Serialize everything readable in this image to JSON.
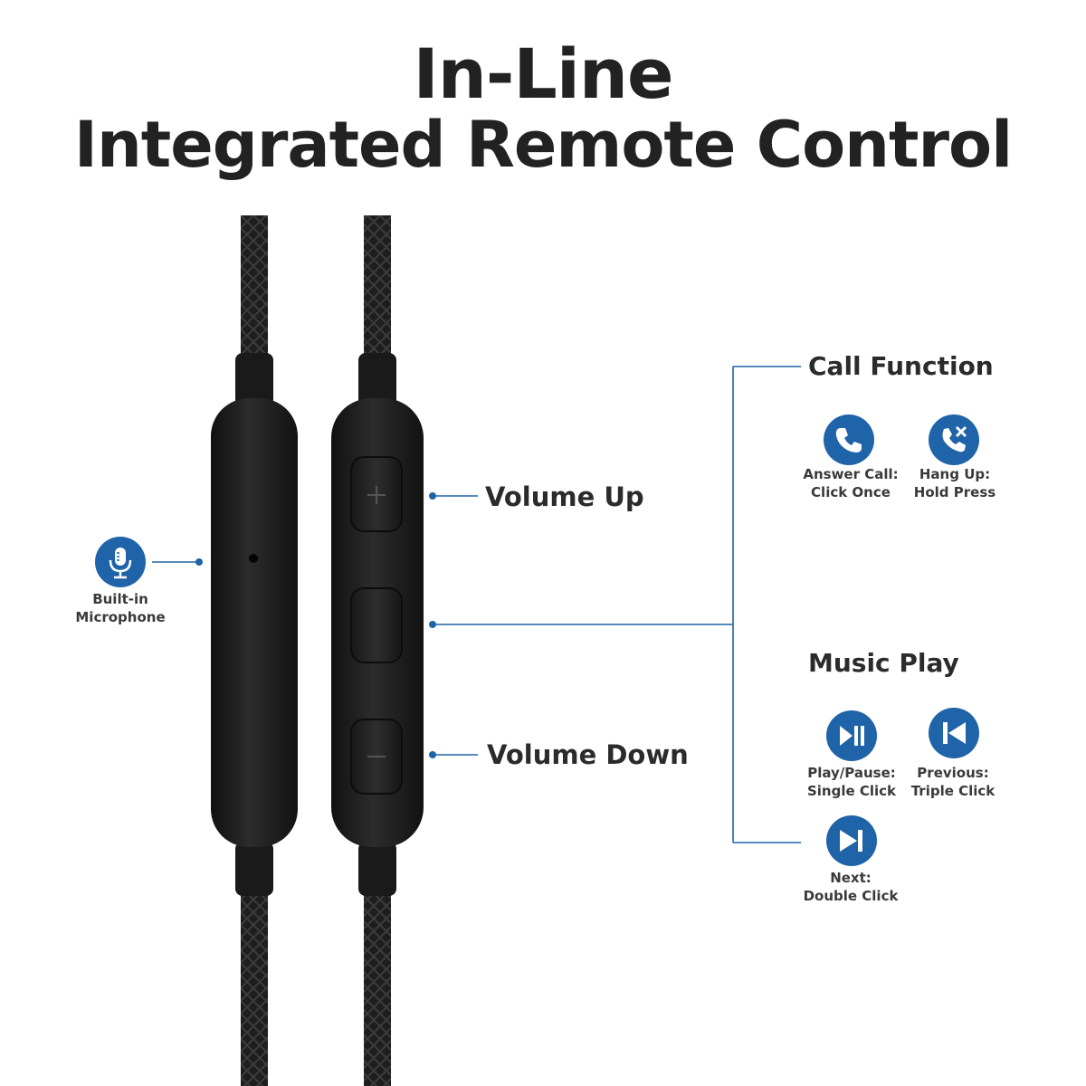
{
  "title": {
    "line1": "In-Line",
    "line2": "Integrated Remote Control"
  },
  "labels": {
    "volume_up": "Volume Up",
    "volume_down": "Volume Down",
    "microphone_line1": "Built-in",
    "microphone_line2": "Microphone"
  },
  "call_function": {
    "heading": "Call Function",
    "items": [
      {
        "icon": "phone-icon",
        "line1": "Answer Call:",
        "line2": "Click Once"
      },
      {
        "icon": "hang-up-icon",
        "line1": "Hang Up:",
        "line2": "Hold Press"
      }
    ]
  },
  "music_play": {
    "heading": "Music Play",
    "items": [
      {
        "icon": "play-pause-icon",
        "line1": "Play/Pause:",
        "line2": "Single Click"
      },
      {
        "icon": "previous-icon",
        "line1": "Previous:",
        "line2": "Triple Click"
      },
      {
        "icon": "next-icon",
        "line1": "Next:",
        "line2": "Double Click"
      }
    ]
  },
  "colors": {
    "accent": "#1f63a8",
    "text": "#2b2b2b",
    "device": "#1a1a1a"
  }
}
